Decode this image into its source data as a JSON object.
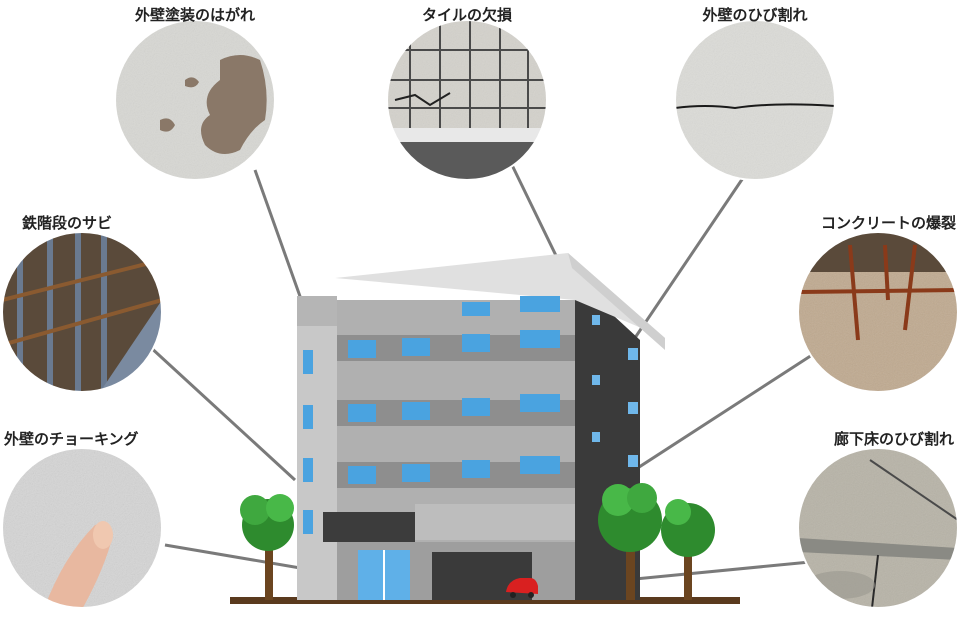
{
  "labels": {
    "paint_peeling": "外壁塗装のはがれ",
    "tile_chipping": "タイルの欠損",
    "wall_crack": "外壁のひび割れ",
    "stair_rust": "鉄階段のサビ",
    "concrete_burst": "コンクリートの爆裂",
    "wall_chalking": "外壁のチョーキング",
    "corridor_crack": "廊下床のひび割れ"
  }
}
